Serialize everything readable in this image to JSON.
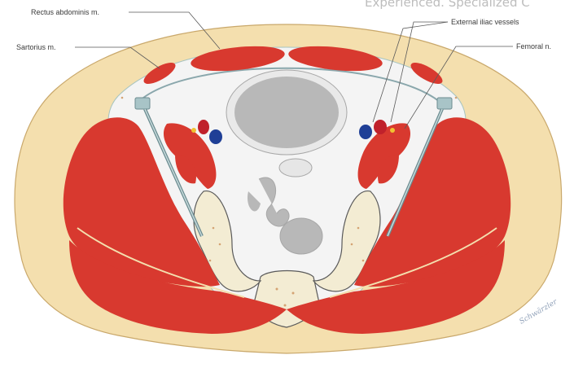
{
  "banner_text": "Experienced. Specialized C",
  "labels": {
    "rectus": "Rectus abdominis m.",
    "sartorius": "Sartorius m.",
    "iliac_vessels": "External iliac vessels",
    "femoral": "Femoral n."
  },
  "signature": "Schwärzler",
  "colors": {
    "muscle": "#d8392f",
    "fat": "#f4dfae",
    "skin_outline": "#c9a86b",
    "bone": "#f3ecd3",
    "viscera": "#b8b8b8",
    "cavity": "#f4f4f4",
    "artery": "#c0212b",
    "vein": "#1f3f96",
    "nerve": "#f1c232",
    "device": "#8aa7ac"
  }
}
